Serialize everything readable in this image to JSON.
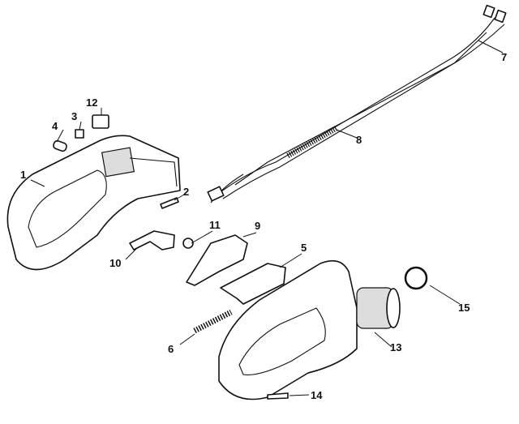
{
  "labels": {
    "p1": "1",
    "p2": "2",
    "p3": "3",
    "p4": "4",
    "p5": "5",
    "p6": "6",
    "p7": "7",
    "p8": "8",
    "p9": "9",
    "p10": "10",
    "p11": "11",
    "p12": "12",
    "p13": "13",
    "p14": "14",
    "p15": "15"
  }
}
